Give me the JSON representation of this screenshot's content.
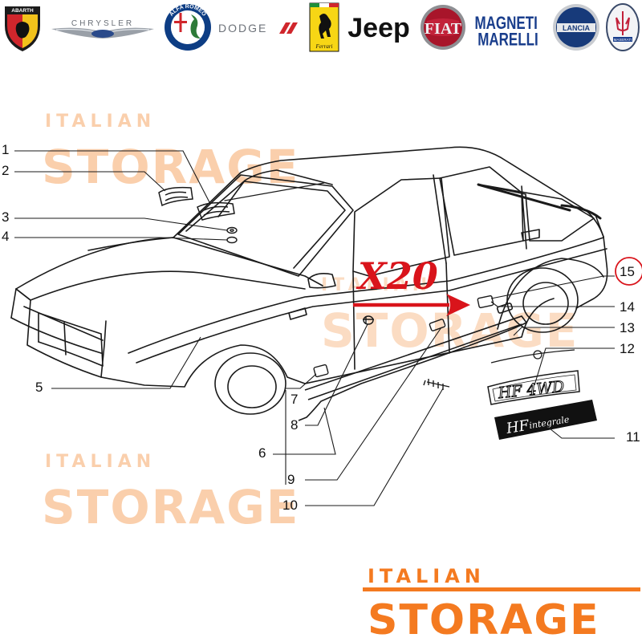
{
  "brand_logos": [
    {
      "name": "ABARTH"
    },
    {
      "name": "CHRYSLER"
    },
    {
      "name": "ALFA ROMEO"
    },
    {
      "name": "DODGE"
    },
    {
      "name": "Ferrari"
    },
    {
      "name": "Jeep"
    },
    {
      "name": "FIAT"
    },
    {
      "name": "MAGNETI MARELLI"
    },
    {
      "name": "LANCIA"
    },
    {
      "name": "MASERATI"
    }
  ],
  "watermark": {
    "line1": "ITALIAN",
    "line2": "STORAGE"
  },
  "quantity_label": "X20",
  "callouts": [
    "1",
    "2",
    "3",
    "4",
    "5",
    "6",
    "7",
    "8",
    "9",
    "10",
    "11",
    "12",
    "13",
    "14",
    "15"
  ],
  "badges": {
    "hf4wd": "HF 4WD",
    "hf_integrale_hf": "HF",
    "hf_integrale_word": "integrale"
  },
  "colors": {
    "watermark": "#f6a96a",
    "footer_orange": "#f47a20",
    "annotation_red": "#d9141b",
    "line": "#1a1a1a"
  }
}
